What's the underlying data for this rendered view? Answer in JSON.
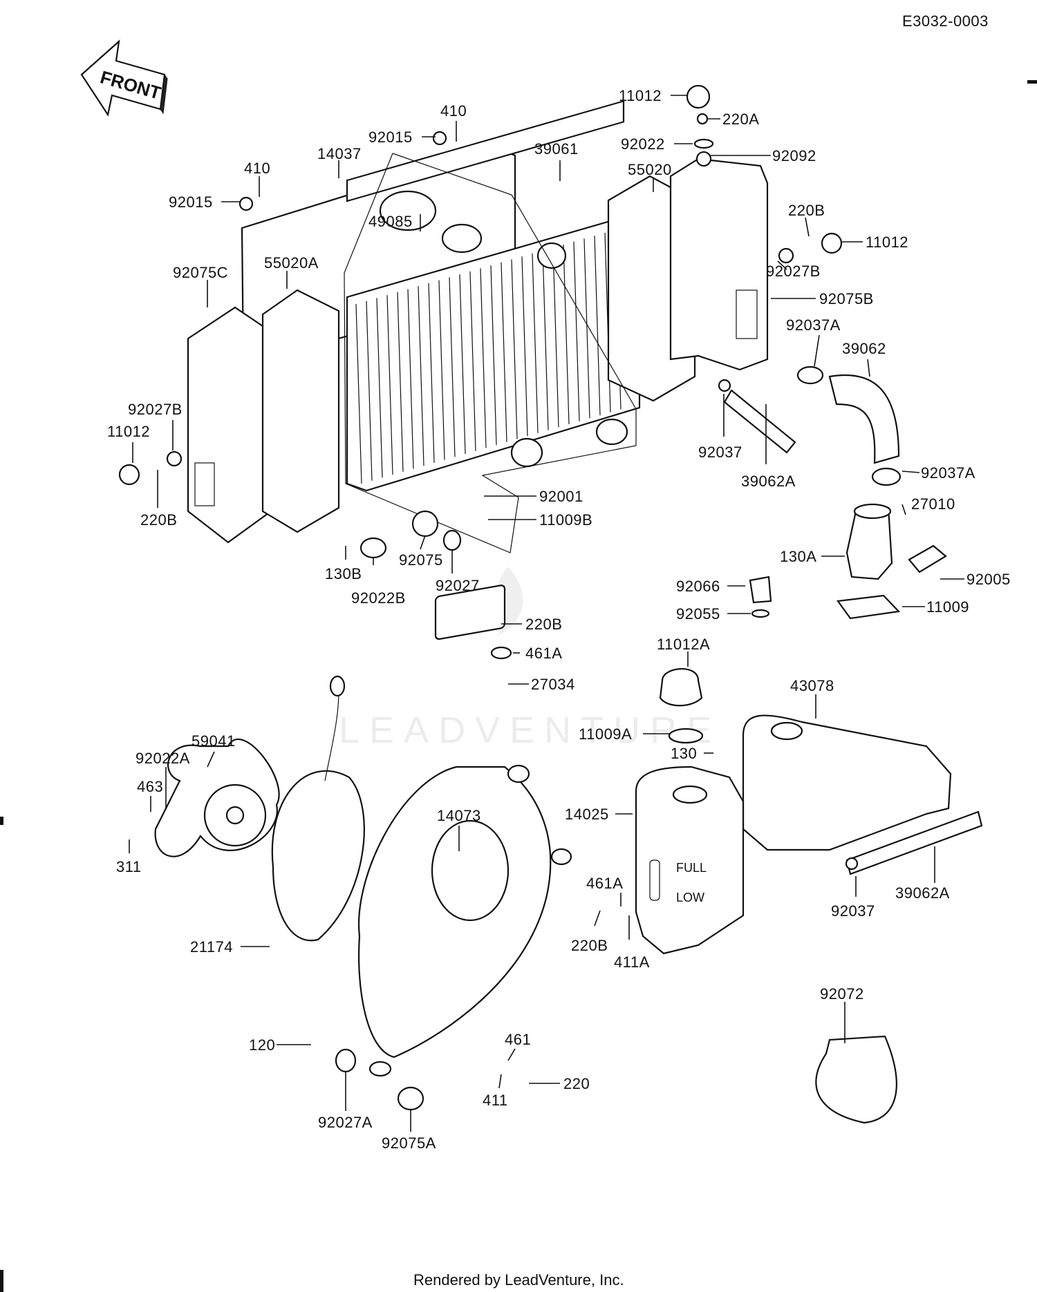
{
  "diagram": {
    "code": "E3032-0003",
    "front_label": "FRONT",
    "watermark": "LEADVENTURE",
    "footer": "Rendered by LeadVenture, Inc.",
    "tank_marks": {
      "full": "FULL",
      "low": "LOW"
    },
    "callouts": [
      {
        "id": "c01",
        "text": "11012"
      },
      {
        "id": "c02",
        "text": "220A"
      },
      {
        "id": "c03",
        "text": "92022"
      },
      {
        "id": "c04",
        "text": "92092"
      },
      {
        "id": "c05",
        "text": "410"
      },
      {
        "id": "c06",
        "text": "92015"
      },
      {
        "id": "c07",
        "text": "14037"
      },
      {
        "id": "c08",
        "text": "39061"
      },
      {
        "id": "c09",
        "text": "55020"
      },
      {
        "id": "c10",
        "text": "410"
      },
      {
        "id": "c11",
        "text": "92015"
      },
      {
        "id": "c12",
        "text": "220B"
      },
      {
        "id": "c13",
        "text": "11012"
      },
      {
        "id": "c14",
        "text": "49085"
      },
      {
        "id": "c15",
        "text": "92027B"
      },
      {
        "id": "c16",
        "text": "92075C"
      },
      {
        "id": "c17",
        "text": "55020A"
      },
      {
        "id": "c18",
        "text": "92075B"
      },
      {
        "id": "c19",
        "text": "92037A"
      },
      {
        "id": "c20",
        "text": "39062"
      },
      {
        "id": "c21",
        "text": "92027B"
      },
      {
        "id": "c22",
        "text": "11012"
      },
      {
        "id": "c23",
        "text": "92037"
      },
      {
        "id": "c24",
        "text": "39062A"
      },
      {
        "id": "c25",
        "text": "220B"
      },
      {
        "id": "c26",
        "text": "92037A"
      },
      {
        "id": "c27",
        "text": "92001"
      },
      {
        "id": "c28",
        "text": "11009B"
      },
      {
        "id": "c29",
        "text": "27010"
      },
      {
        "id": "c30",
        "text": "130B"
      },
      {
        "id": "c31",
        "text": "92075"
      },
      {
        "id": "c32",
        "text": "130A"
      },
      {
        "id": "c33",
        "text": "92005"
      },
      {
        "id": "c34",
        "text": "92022B"
      },
      {
        "id": "c35",
        "text": "92027"
      },
      {
        "id": "c36",
        "text": "92066"
      },
      {
        "id": "c37",
        "text": "92055"
      },
      {
        "id": "c38",
        "text": "11009"
      },
      {
        "id": "c39",
        "text": "220B"
      },
      {
        "id": "c40",
        "text": "461A"
      },
      {
        "id": "c41",
        "text": "11012A"
      },
      {
        "id": "c42",
        "text": "27034"
      },
      {
        "id": "c43",
        "text": "43078"
      },
      {
        "id": "c44",
        "text": "59041"
      },
      {
        "id": "c45",
        "text": "11009A"
      },
      {
        "id": "c46",
        "text": "92022A"
      },
      {
        "id": "c47",
        "text": "130"
      },
      {
        "id": "c48",
        "text": "463"
      },
      {
        "id": "c49",
        "text": "14073"
      },
      {
        "id": "c50",
        "text": "14025"
      },
      {
        "id": "c51",
        "text": "311"
      },
      {
        "id": "c52",
        "text": "461A"
      },
      {
        "id": "c53",
        "text": "39062A"
      },
      {
        "id": "c54",
        "text": "92037"
      },
      {
        "id": "c55",
        "text": "220B"
      },
      {
        "id": "c56",
        "text": "411A"
      },
      {
        "id": "c57",
        "text": "21174"
      },
      {
        "id": "c58",
        "text": "92072"
      },
      {
        "id": "c59",
        "text": "120"
      },
      {
        "id": "c60",
        "text": "461"
      },
      {
        "id": "c61",
        "text": "220"
      },
      {
        "id": "c62",
        "text": "411"
      },
      {
        "id": "c63",
        "text": "92027A"
      },
      {
        "id": "c64",
        "text": "92075A"
      }
    ]
  }
}
